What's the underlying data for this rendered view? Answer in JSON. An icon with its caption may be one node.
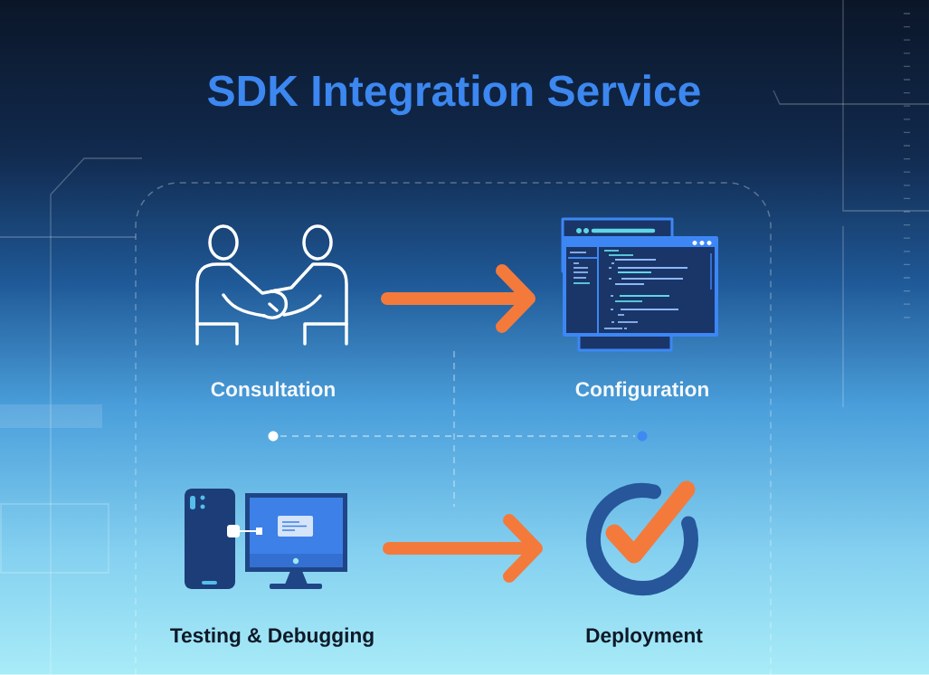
{
  "diagram": {
    "title": "SDK Integration Service",
    "nodes": [
      {
        "text": [
          "Consultation"
        ]
      },
      {
        "text": [
          "Configuration"
        ]
      },
      {
        "text": [
          "Testing & Debugging"
        ]
      },
      {
        "text": [
          "Deployment"
        ]
      }
    ],
    "edges": [
      {
        "from": 0,
        "to": 1,
        "arrow": "to"
      },
      {
        "from": 2,
        "to": 3,
        "arrow": "to"
      }
    ]
  }
}
